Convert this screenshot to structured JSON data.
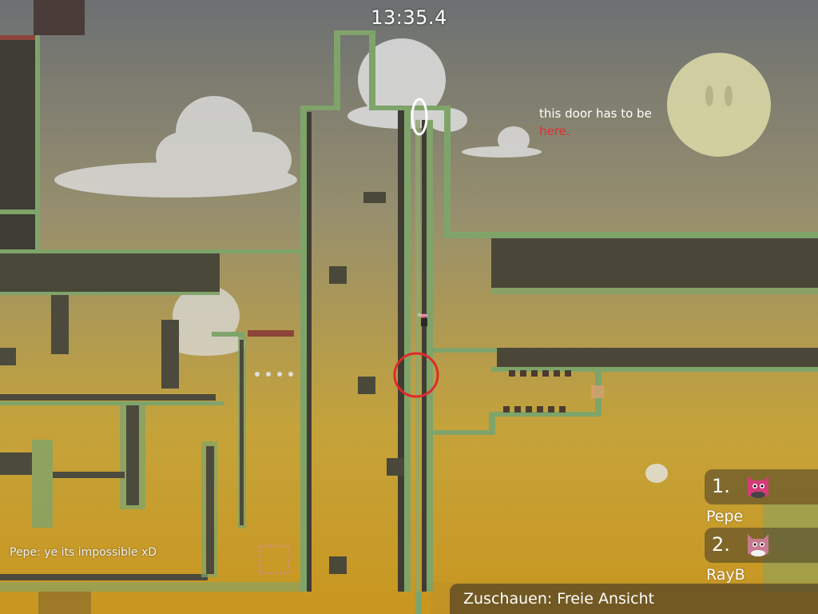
{
  "hud": {
    "timer": "13:35.4"
  },
  "map_note": {
    "line1": "this door has to be",
    "line2": "here."
  },
  "chat": {
    "message": "Pepe: ye its impossible xD"
  },
  "scoreboard": [
    {
      "rank": "1.",
      "name": "Pepe",
      "skin_color": "#d63a7a"
    },
    {
      "rank": "2.",
      "name": "RayB",
      "skin_color": "#c9798f"
    }
  ],
  "spectator_bar": {
    "label": "Zuschauen: Freie Ansicht"
  },
  "player_tag": "Pepe",
  "colors": {
    "sky_top": "#6b6f72",
    "sky_bottom": "#c89a2a",
    "wall_dark": "#4a4636",
    "grass_edge": "#7fa46a",
    "moon": "#d9d8a6",
    "marker_red": "#e02a2a"
  }
}
